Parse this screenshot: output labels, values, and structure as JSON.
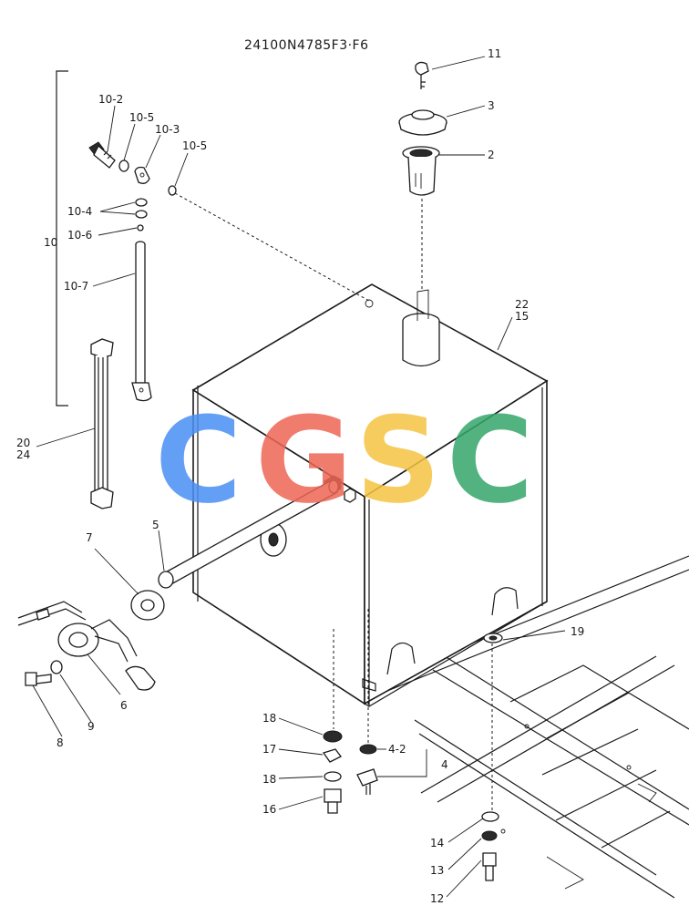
{
  "diagram": {
    "title": "24100N4785F3·F6",
    "watermark": {
      "text": "CGSC",
      "letters": [
        "C",
        "G",
        "S",
        "C"
      ],
      "colors": [
        "#4a8ff5",
        "#ee6655",
        "#f5c443",
        "#34a56a"
      ]
    },
    "callouts": {
      "c11": "11",
      "c3": "3",
      "c2": "2",
      "c22": "22",
      "c15": "15",
      "c10_2": "10-2",
      "c10_5a": "10-5",
      "c10_3": "10-3",
      "c10_5b": "10-5",
      "c10_4": "10-4",
      "c10_6": "10-6",
      "c10_7": "10-7",
      "c10": "10",
      "c20": "20",
      "c24": "24",
      "c5": "5",
      "c7": "7",
      "c6": "6",
      "c9": "9",
      "c8": "8",
      "c19": "19",
      "c18a": "18",
      "c17": "17",
      "c18b": "18",
      "c16": "16",
      "c4_2": "4-2",
      "c4": "4",
      "c14": "14",
      "c13": "13",
      "c12": "12"
    }
  }
}
